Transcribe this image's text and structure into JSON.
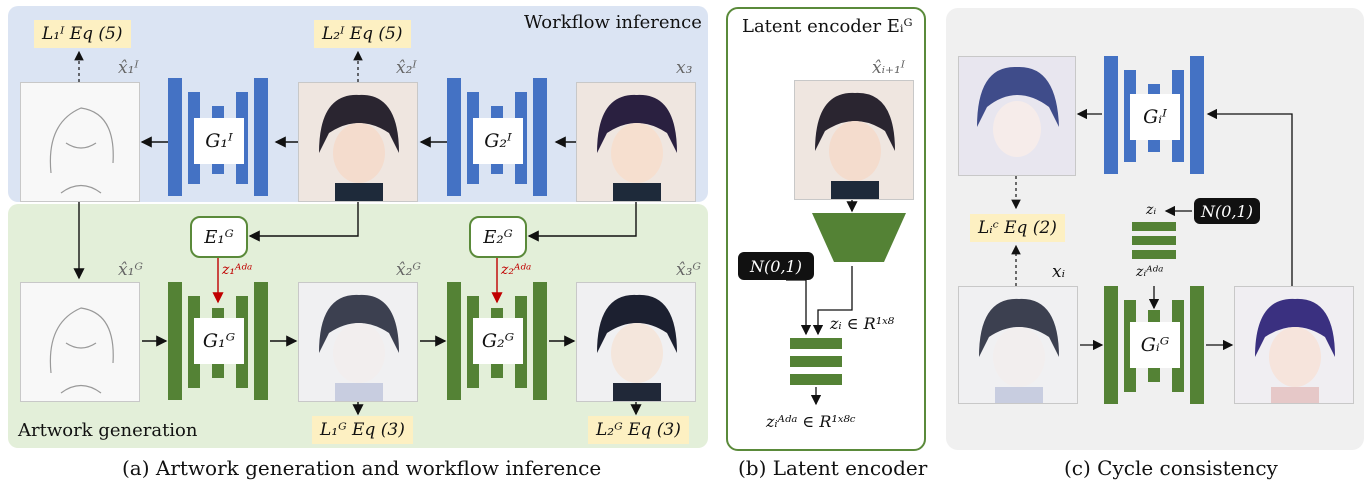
{
  "panel_a": {
    "top_title": "Workflow inference",
    "bottom_title": "Artwork generation",
    "caption": "(a) Artwork generation and workflow inference",
    "loss_top_1": "L₁ᴵ Eq (5)",
    "loss_top_2": "L₂ᴵ Eq (5)",
    "loss_bot_1": "L₁ᴳ Eq (3)",
    "loss_bot_2": "L₂ᴳ Eq (3)",
    "var_xhat1I": "x̂₁ᴵ",
    "var_xhat2I": "x̂₂ᴵ",
    "var_x3": "x₃",
    "var_xhat1G": "x̂₁ᴳ",
    "var_xhat2G": "x̂₂ᴳ",
    "var_xhat3G": "x̂₃ᴳ",
    "gen_G1I": "G₁ᴵ",
    "gen_G2I": "G₂ᴵ",
    "gen_G1G": "G₁ᴳ",
    "gen_G2G": "G₂ᴳ",
    "enc_E1G": "E₁ᴳ",
    "enc_E2G": "E₂ᴳ",
    "z1_ada": "z₁ᴬᵈᵃ",
    "z2_ada": "z₂ᴬᵈᵃ"
  },
  "panel_b": {
    "title": "Latent encoder Eᵢᴳ",
    "caption": "(b) Latent encoder",
    "var_input": "x̂ᵢ₊₁ᴵ",
    "noise": "N(0,1)",
    "z_label": "zᵢ ∈ R¹ˣ⁸",
    "z_ada_label": "zᵢᴬᵈᵃ ∈ R¹ˣ⁸ᶜ"
  },
  "panel_c": {
    "caption": "(c) Cycle consistency",
    "gen_GiI": "Gᵢᴵ",
    "gen_GiG": "Gᵢᴳ",
    "loss": "Lᵢᶜ Eq (2)",
    "var_xi": "xᵢ",
    "var_zi": "zᵢ",
    "var_zi_ada": "zᵢᴬᵈᵃ",
    "noise": "N(0,1)"
  },
  "colors": {
    "blue": "#4472c4",
    "green": "#548235",
    "red": "#c00000",
    "top_bg": "#dbe4f3",
    "bot_bg": "#e3efd9",
    "loss_bg": "#fdf0c2"
  }
}
